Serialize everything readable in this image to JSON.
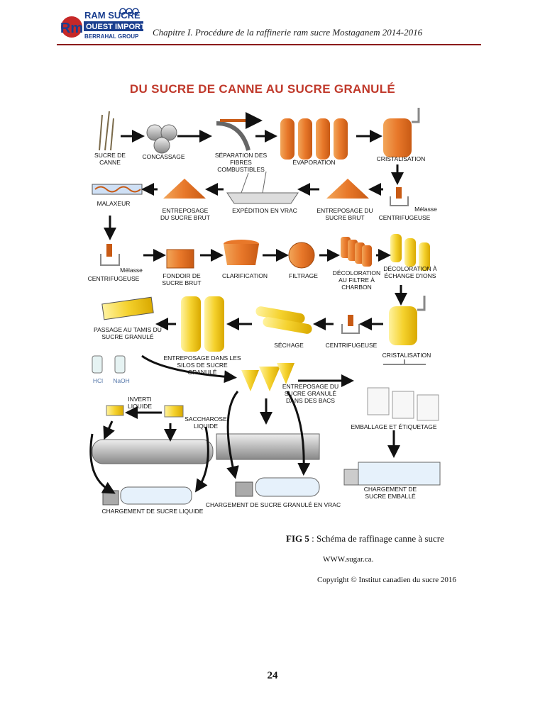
{
  "header": {
    "logo_text_1": "RAM SUCRE",
    "logo_text_2": "OUEST IMPORT",
    "logo_text_3": "BERRAHAL GROUP",
    "logo_monogram": "Rm",
    "title": "Chapitre I. Procédure de la raffinerie ram sucre Mostaganem 2014-2016"
  },
  "diagram": {
    "title": "DU SUCRE DE CANNE AU SUCRE GRANULÉ",
    "labels": {
      "sucre_de_canne": "SUCRE DE CANNE",
      "concassage": "CONCASSAGE",
      "separation": "SÉPARATION DES FIBRES COMBUSTIBLES",
      "evaporation": "ÉVAPORATION",
      "cristalisation_1": "CRISTALISATION",
      "malaxeur": "MALAXEUR",
      "entreposage_brut_1": "ENTREPOSAGE DU SUCRE BRUT",
      "expedition": "EXPÉDITION EN VRAC",
      "entreposage_brut_2": "ENTREPOSAGE DU SUCRE BRUT",
      "melasse_1": "Mélasse",
      "centrifugeuse_1": "CENTRIFUGEUSE",
      "melasse_2": "Mélasse",
      "centrifugeuse_2": "CENTRIFUGEUSE",
      "fondoir": "FONDOIR DE SUCRE BRUT",
      "clarification": "CLARIFICATION",
      "filtrage": "FILTRAGE",
      "decoloration_charbon": "DÉCOLORATION AU FILTRE À CHARBON",
      "decoloration_ions": "DÉCOLORATION À ÉCHANGE D'IONS",
      "passage_tamis": "PASSAGE AU TAMIS DU SUCRE GRANULÉ",
      "entreposage_silos": "ENTREPOSAGE DANS LES SILOS DE SUCRE GRANULÉ",
      "sechage": "SÉCHAGE",
      "centrifugeuse_3": "CENTRIFUGEUSE",
      "cristalisation_2": "CRISTALISATION",
      "hcl": "HCl",
      "naoh": "NaOH",
      "inverti": "INVERTI LIQUIDE",
      "saccharose": "SACCHAROSE LIQUIDE",
      "entreposage_bacs": "ENTREPOSAGE DU SUCRE GRANULÉ DANS DES BACS",
      "emballage": "EMBALLAGE ET ÉTIQUETAGE",
      "chargement_liquide": "CHARGEMENT DE SUCRE LIQUIDE",
      "chargement_vrac": "CHARGEMENT DE SUCRE GRANULÉ EN VRAC",
      "chargement_emballe": "CHARGEMENT DE SUCRE EMBALLÉ"
    }
  },
  "caption": {
    "fig": "FIG 5",
    "text": " : Schéma de  raffinage canne à sucre"
  },
  "source": "WWW.sugar.ca.",
  "copyright": "Copyright © Institut canadien du sucre 2016",
  "page_number": "24",
  "colors": {
    "orange": "#e8782a",
    "yellow": "#f5d22e",
    "title_red": "#c0392b",
    "rule": "#8b1a1a"
  }
}
